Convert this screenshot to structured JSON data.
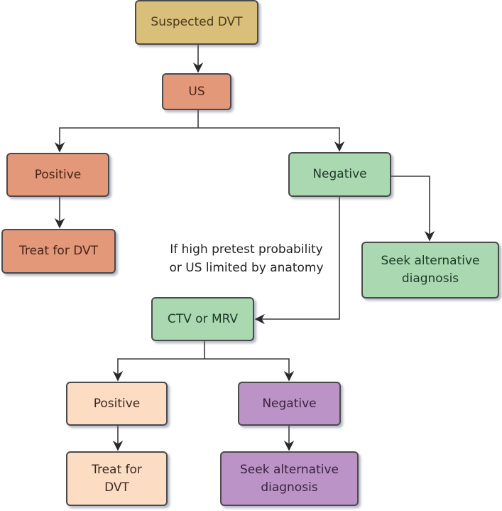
{
  "diagram": {
    "type": "flowchart",
    "nodes": {
      "suspected": {
        "label": "Suspected DVT",
        "color": "#d9bf7a"
      },
      "us": {
        "label": "US",
        "color": "#e29879"
      },
      "us_positive": {
        "label": "Positive",
        "color": "#e29879"
      },
      "us_positive_treat": {
        "label": "Treat for DVT",
        "color": "#e29879"
      },
      "us_negative": {
        "label": "Negative",
        "color": "#a9d8b1"
      },
      "us_negative_seek": {
        "label": "Seek alternative\ndiagnosis",
        "color": "#a9d8b1"
      },
      "ctv": {
        "label": "CTV or MRV",
        "color": "#a9d8b1"
      },
      "ctv_positive": {
        "label": "Positive",
        "color": "#fddcc4"
      },
      "ctv_positive_treat": {
        "label": "Treat for\nDVT",
        "color": "#fddcc4"
      },
      "ctv_negative": {
        "label": "Negative",
        "color": "#bc93c6"
      },
      "ctv_negative_seek": {
        "label": "Seek alternative\ndiagnosis",
        "color": "#bc93c6"
      }
    },
    "edges": [
      {
        "from": "suspected",
        "to": "us"
      },
      {
        "from": "us",
        "to": "us_positive"
      },
      {
        "from": "us",
        "to": "us_negative"
      },
      {
        "from": "us_positive",
        "to": "us_positive_treat"
      },
      {
        "from": "us_negative",
        "to": "us_negative_seek"
      },
      {
        "from": "us_negative",
        "to": "ctv",
        "label": "If high pretest probability or US limited by anatomy"
      },
      {
        "from": "ctv",
        "to": "ctv_positive"
      },
      {
        "from": "ctv",
        "to": "ctv_negative"
      },
      {
        "from": "ctv_positive",
        "to": "ctv_positive_treat"
      },
      {
        "from": "ctv_negative",
        "to": "ctv_negative_seek"
      }
    ],
    "condition_note": "If high pretest probability\nor US limited by anatomy",
    "line_color": "#3a3a3a"
  }
}
